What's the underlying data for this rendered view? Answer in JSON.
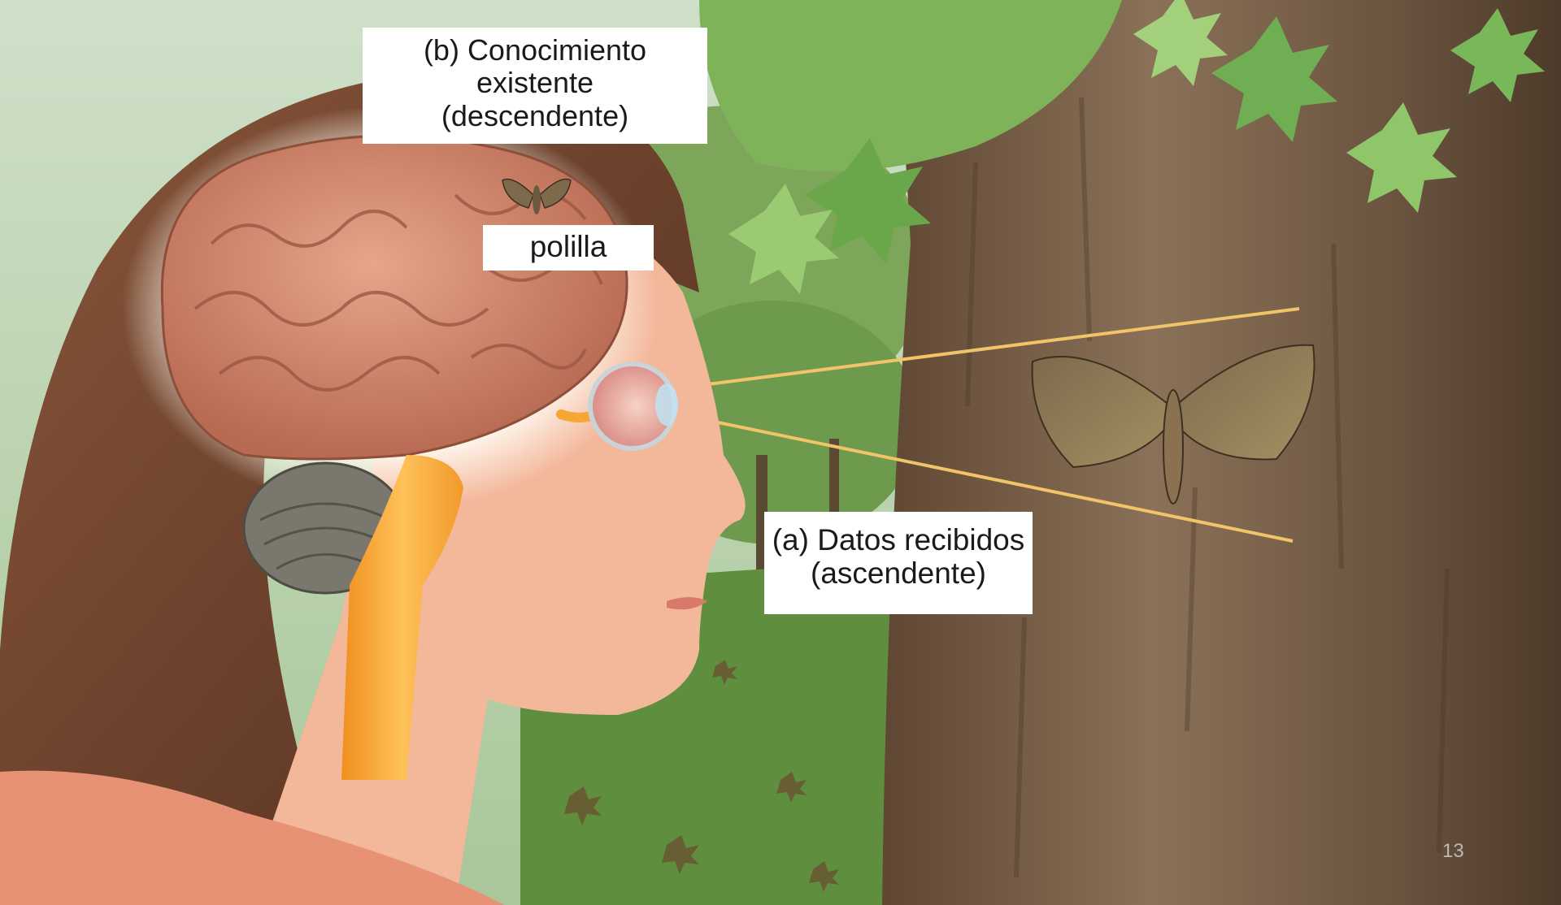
{
  "labels": {
    "top_down": {
      "line1": "(b) Conocimiento",
      "line2": "existente",
      "line3": "(descendente)"
    },
    "moth_word": "polilla",
    "bottom_up": {
      "line1": "(a) Datos recibidos",
      "line2": "(ascendente)"
    }
  },
  "page_number": "13",
  "colors": {
    "sight_lines": "#f2c46a",
    "brain": "#d98a6e",
    "cerebellum": "#7a776d",
    "spinal_cord": "#f5a633",
    "hair": "#6b3f2a",
    "skin": "#f3b79a",
    "tree_bark": "#6e5640",
    "foliage": "#7fb35a",
    "grass": "#5f8f3e"
  }
}
